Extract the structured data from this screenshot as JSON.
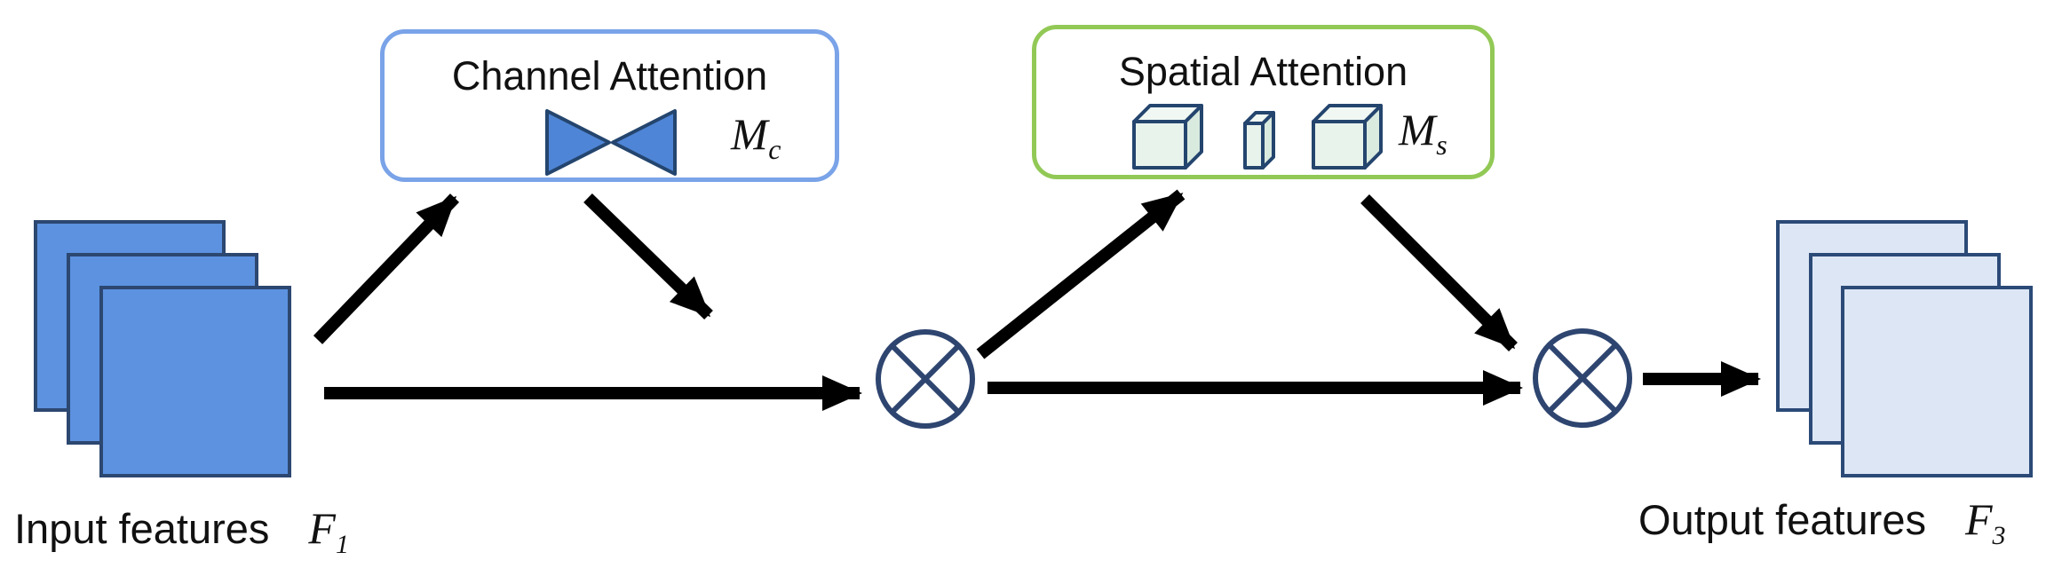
{
  "diagram": {
    "input": {
      "label": "Input features",
      "symbol": "F",
      "subscript": "1"
    },
    "output": {
      "label": "Output features",
      "symbol": "F",
      "subscript": "3"
    },
    "channel_attention": {
      "title": "Channel Attention",
      "symbol": "M",
      "subscript": "c"
    },
    "spatial_attention": {
      "title": "Spatial Attention",
      "symbol": "M",
      "subscript": "s"
    },
    "colors": {
      "input_square_fill": "#5c92e0",
      "input_square_border": "#2c4770",
      "output_square_fill": "#dce6f5",
      "output_square_border": "#2b4a77",
      "channel_box_border": "#7aa3e8",
      "spatial_box_border": "#92c956",
      "bowtie_fill": "#4f85d6",
      "cube_fill": "#e8f3ec",
      "cube_edge": "#24456e",
      "multiply_circle_stroke": "#2e4570",
      "arrow": "#000000"
    }
  }
}
